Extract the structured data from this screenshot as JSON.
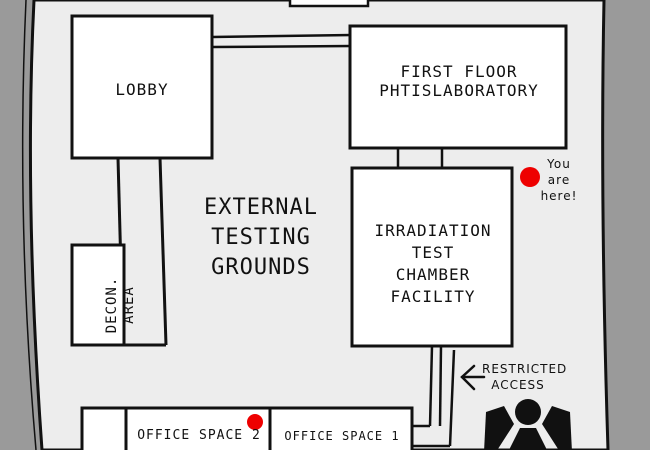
{
  "rooms": {
    "lobby": "LOBBY",
    "lab": [
      "FIRST FLOOR",
      "PHTISLABORATORY"
    ],
    "external": [
      "EXTERNAL",
      "TESTING",
      "GROUNDS"
    ],
    "irradiation": [
      "IRRADIATION",
      "TEST",
      "CHAMBER",
      "FACILITY"
    ],
    "decon": [
      "DECON.",
      "AREA"
    ],
    "office2": "OFFICE SPACE 2",
    "office1": "OFFICE SPACE 1"
  },
  "annotations": {
    "you_are_here": [
      "You",
      "are",
      "here!"
    ],
    "restricted": [
      "RESTRICTED",
      "ACCESS"
    ]
  },
  "colors": {
    "background": "#9a9a9a",
    "floor": "#ededed",
    "wall": "#111111",
    "marker": "#ee0000"
  },
  "icons": {
    "location_marker": "red-dot",
    "direction": "left-arrow",
    "hazard": "radiation-trefoil"
  }
}
